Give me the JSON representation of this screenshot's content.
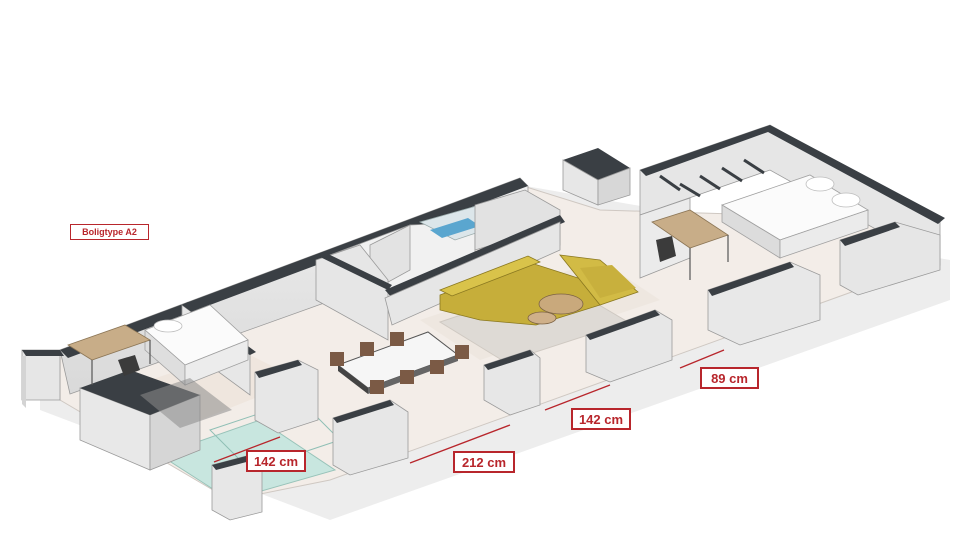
{
  "plan": {
    "type_label": "Boligtype A2"
  },
  "dimensions": [
    {
      "id": "dim-89",
      "label": "89 cm"
    },
    {
      "id": "dim-142a",
      "label": "142 cm"
    },
    {
      "id": "dim-212",
      "label": "212 cm"
    },
    {
      "id": "dim-142b",
      "label": "142 cm"
    }
  ],
  "colors": {
    "dimension_red": "#b8262c",
    "wall_side": "#e4e4e4",
    "wall_top": "#3a3f44",
    "floor": "#f4eeea",
    "sofa": "#c9b23a",
    "glass": "#bfe3dc"
  }
}
